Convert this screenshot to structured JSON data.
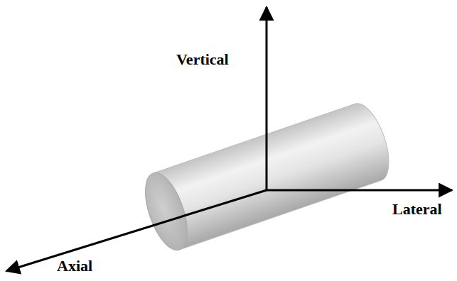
{
  "diagram": {
    "labels": [
      "Vertical",
      "Lateral",
      "Axial"
    ]
  }
}
